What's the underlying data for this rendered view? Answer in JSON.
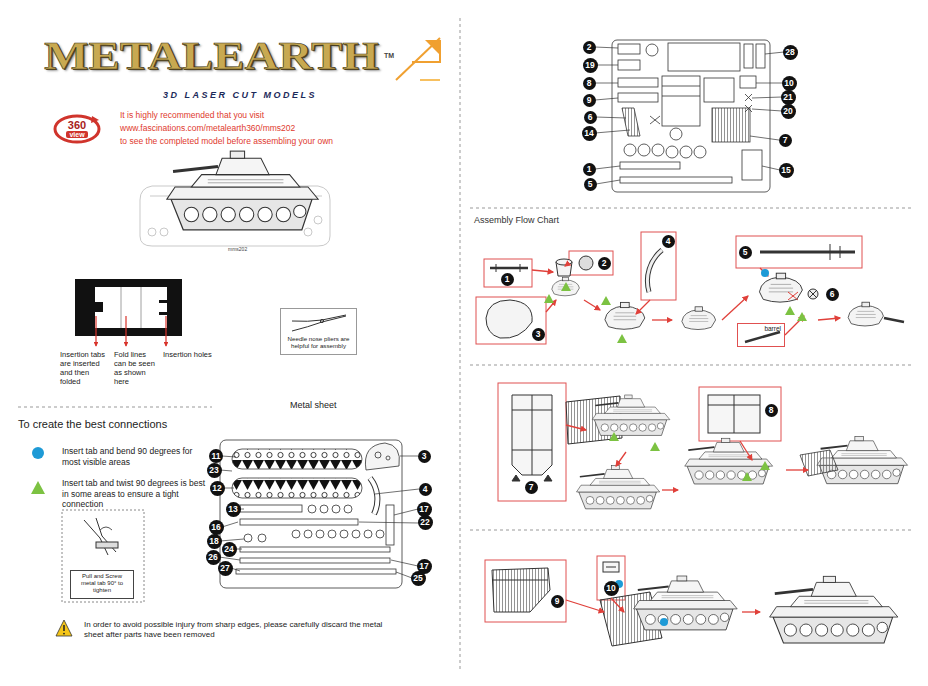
{
  "diagram": {
    "nodes": [
      {
        "text": [
          "360",
          "view"
        ]
      },
      {
        "text": [
          "Needle nose pliers are helpful for assembly"
        ]
      },
      {
        "text": [
          "Pull and Screw metal tab 90° to tighten"
        ]
      },
      {
        "text": [
          "11"
        ]
      },
      {
        "text": [
          "23"
        ]
      },
      {
        "text": [
          "12"
        ]
      },
      {
        "text": [
          "13"
        ]
      },
      {
        "text": [
          "16"
        ]
      },
      {
        "text": [
          "18"
        ]
      },
      {
        "text": [
          "24"
        ]
      },
      {
        "text": [
          "26"
        ]
      },
      {
        "text": [
          "27"
        ]
      },
      {
        "text": [
          "3"
        ]
      },
      {
        "text": [
          "4"
        ]
      },
      {
        "text": [
          "17"
        ]
      },
      {
        "text": [
          "22"
        ]
      },
      {
        "text": [
          "17"
        ]
      },
      {
        "text": [
          "25"
        ]
      },
      {
        "text": [
          "2"
        ]
      },
      {
        "text": [
          "19"
        ]
      },
      {
        "text": [
          "8"
        ]
      },
      {
        "text": [
          "9"
        ]
      },
      {
        "text": [
          "6"
        ]
      },
      {
        "text": [
          "14"
        ]
      },
      {
        "text": [
          "1"
        ]
      },
      {
        "text": [
          "5"
        ]
      },
      {
        "text": [
          "28"
        ]
      },
      {
        "text": [
          "10"
        ]
      },
      {
        "text": [
          "21"
        ]
      },
      {
        "text": [
          "20"
        ]
      },
      {
        "text": [
          "7"
        ]
      },
      {
        "text": [
          "15"
        ]
      },
      {
        "text": [
          "1"
        ]
      },
      {
        "text": [
          "2"
        ]
      },
      {
        "text": [
          "3"
        ]
      },
      {
        "text": [
          "4"
        ]
      },
      {
        "text": [
          "5"
        ]
      },
      {
        "text": [
          "6"
        ]
      },
      {
        "text": [
          "barrel"
        ]
      },
      {
        "text": [
          "7"
        ]
      },
      {
        "text": [
          "8"
        ]
      },
      {
        "text": [
          "9"
        ]
      },
      {
        "text": [
          "10"
        ]
      }
    ],
    "labels": [
      "METALEARTH",
      "TM",
      "3D LASER CUT MODELS",
      "It is highly recommended that you visit",
      "www.fascinations.com/metalearth360/mms202",
      "to see the completed model before assembling your own",
      "mms202",
      "Insertion tabs are inserted and then folded",
      "Fold lines can be seen as shown here",
      "Insertion holes",
      "To create the best connections",
      "In order to avoid possible injury from sharp edges, please carefully discard the metal sheet after parts have been removed",
      "Metal sheet",
      "Assembly Flow Chart"
    ],
    "legend": [
      {
        "text": "Insert tab and bend 90 degrees for most visible areas",
        "color": "#1e9ad6"
      },
      {
        "text": "Insert tab and twist 90 degrees is best in some areas to ensure a tight connection",
        "color": "#7cc242"
      }
    ]
  }
}
